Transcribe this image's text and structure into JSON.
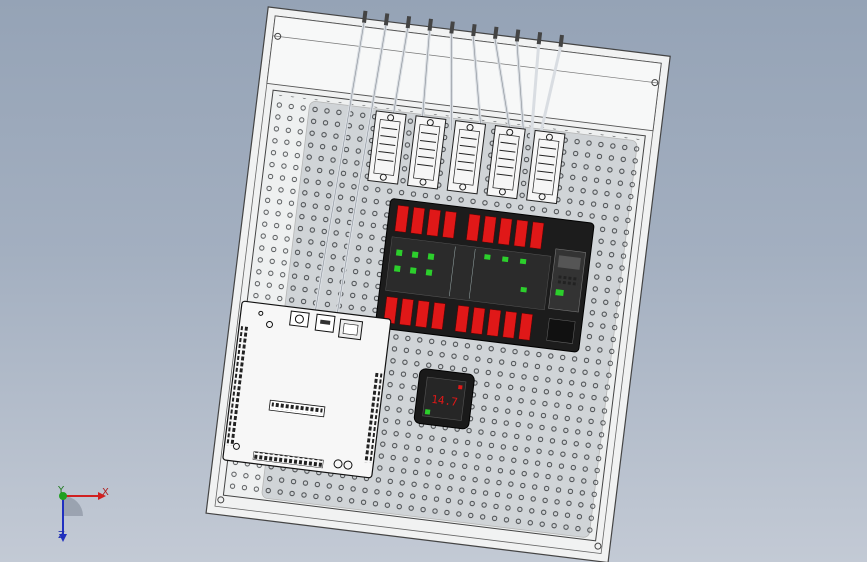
{
  "viewport": {
    "background_top": "#95a3b6",
    "background_bottom": "#c3cad5"
  },
  "model": {
    "sheet_color": "#eef0f0",
    "panel_color": "#b4b9be",
    "relay_red": "#e01818",
    "led_green": "#2ccf2c",
    "dark_body": "#1a1a1a",
    "display_text": "14.7"
  },
  "triad": {
    "x_label": "X",
    "y_label": "Y",
    "z_label": "Z",
    "x_color": "#d02020",
    "y_color": "#20a020",
    "z_color": "#2030c0"
  }
}
